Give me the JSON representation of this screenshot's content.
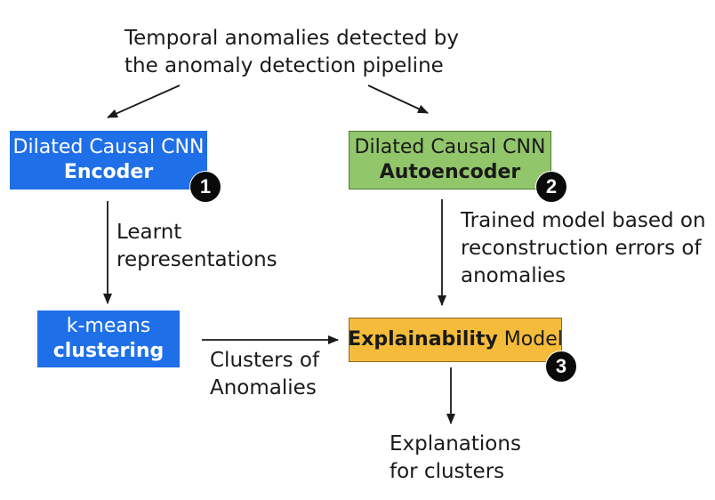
{
  "top_note": {
    "line1": "Temporal anomalies detected by",
    "line2": "the anomaly detection pipeline"
  },
  "encoder_box": {
    "line1": "Dilated Causal CNN",
    "line2": "Encoder",
    "badge": "1",
    "color": "#1f6fe8"
  },
  "autoencoder_box": {
    "line1": "Dilated Causal CNN",
    "line2": "Autoencoder",
    "badge": "2",
    "color": "#92c66b"
  },
  "learnt_label": {
    "line1": "Learnt",
    "line2": "representations"
  },
  "trained_label": {
    "line1": "Trained model based on",
    "line2": "reconstruction errors of",
    "line3": "anomalies"
  },
  "kmeans_box": {
    "line1": "k-means",
    "line2": "clustering",
    "color": "#1f6fe8"
  },
  "explain_box": {
    "bold_part": "Explainability",
    "rest": " Model",
    "badge": "3",
    "color": "#f5bc3c"
  },
  "clusters_label": {
    "line1": "Clusters of",
    "line2": "Anomalies"
  },
  "explanations_label": {
    "line1": "Explanations",
    "line2": "for clusters"
  }
}
